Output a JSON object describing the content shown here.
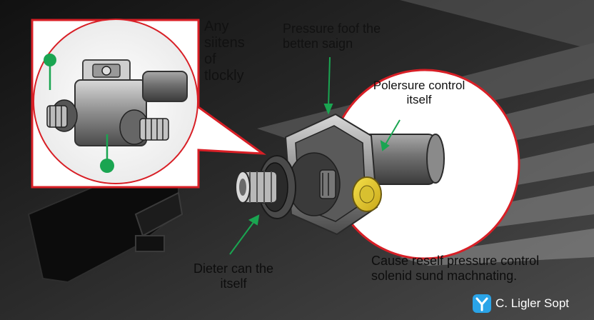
{
  "labels": {
    "inset_note": [
      "Any",
      "siitens",
      "of",
      "tlockly"
    ],
    "top_callout": [
      "Pressure foof the",
      "betten saign"
    ],
    "circle_callout": [
      "Polersure control",
      "itself"
    ],
    "bottom_callout": [
      "Dieter can the",
      "itself"
    ],
    "cause_note": [
      "Cause reself pressure control",
      "solenid sund machnating."
    ]
  },
  "brand": {
    "name": "C. Ligler Sopt",
    "icon": "y-logo-icon"
  },
  "colors": {
    "accent_red": "#d81f26",
    "accent_green": "#1aa551",
    "brand_blue": "#2aa4e8"
  }
}
